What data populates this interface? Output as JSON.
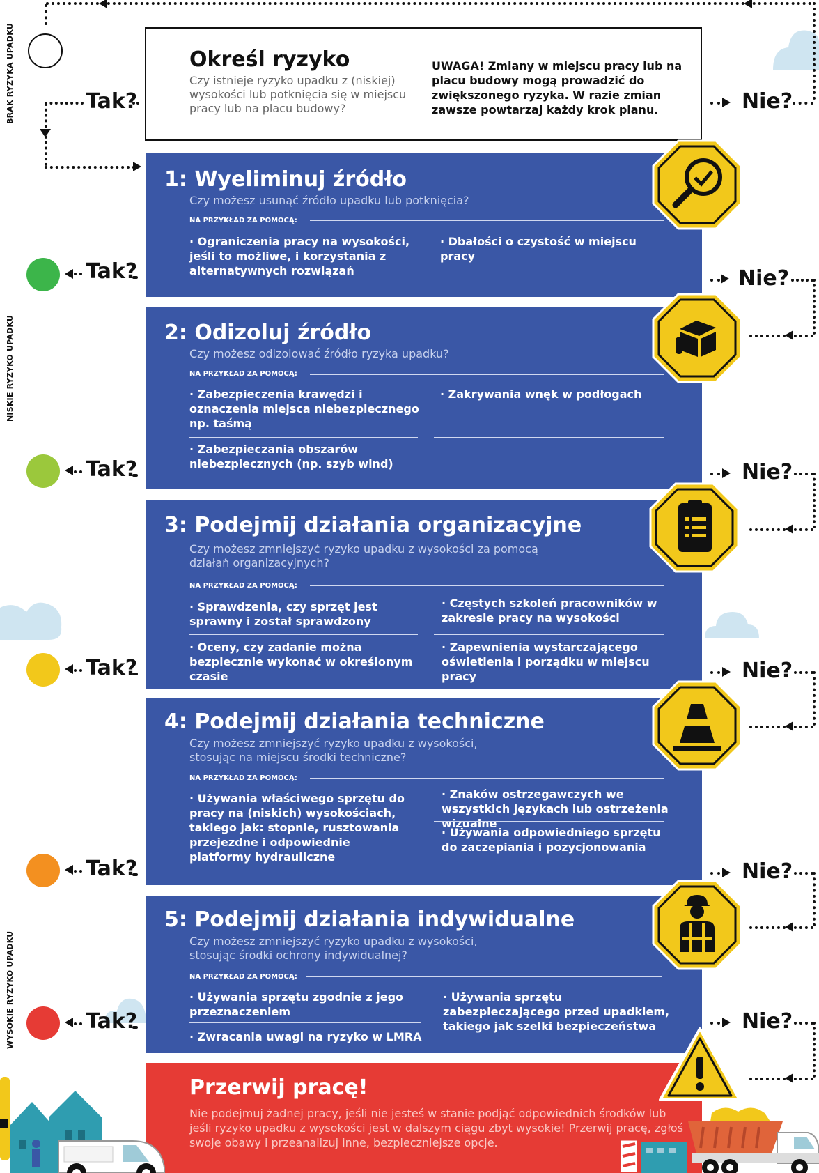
{
  "side_labels": {
    "none": "BRAK RYZYKA UPADKU",
    "low": "NISKIE RYZYKO UPADKU",
    "high": "WYSOKIE RYZYKO UPADKU"
  },
  "flow": {
    "yes": "Tak?",
    "no": "Nie?"
  },
  "intro": {
    "title": "Określ ryzyko",
    "question": "Czy istnieje ryzyko upadku z (niskiej) wysokości lub potknięcia się w miejscu pracy lub na placu budowy?",
    "warning": "UWAGA! Zmiany w miejscu pracy lub na placu budowy mogą prowadzić do zwiększonego ryzyka. W razie zmian zawsze powtarzaj każdy krok planu."
  },
  "example_label": "NA PRZYKŁAD ZA POMOCĄ:",
  "steps": [
    {
      "title": "1: Wyeliminuj źródło",
      "question": "Czy możesz usunąć źródło upadku lub potknięcia?",
      "items": [
        "· Ograniczenia pracy na wysokości, jeśli to możliwe, i korzystania z alternatywnych rozwiązań",
        "· Dbałości o czystość w miejscu pracy"
      ]
    },
    {
      "title": "2: Odizoluj źródło",
      "question": "Czy możesz odizolować źródło ryzyka upadku?",
      "items": [
        "· Zabezpieczenia krawędzi i oznaczenia miejsca niebezpiecznego np. taśmą",
        "· Zakrywania wnęk w podłogach",
        "· Zabezpieczania obszarów niebezpiecznych (np. szyb wind)"
      ]
    },
    {
      "title": "3: Podejmij działania organizacyjne",
      "question": "Czy możesz zmniejszyć ryzyko upadku z wysokości za pomocą działań organizacyjnych?",
      "items": [
        "· Sprawdzenia, czy sprzęt jest sprawny i został sprawdzony",
        "· Częstych szkoleń pracowników w zakresie pracy na wysokości",
        "· Oceny, czy zadanie można bezpiecznie wykonać w określonym czasie",
        "· Zapewnienia wystarczającego oświetlenia i porządku w miejscu pracy"
      ]
    },
    {
      "title": "4: Podejmij działania techniczne",
      "question": "Czy możesz zmniejszyć ryzyko upadku z wysokości, stosując na miejscu środki techniczne?",
      "items": [
        "· Używania właściwego sprzętu do pracy na (niskich) wysokościach, takiego jak: stopnie, rusztowania przejezdne i odpowiednie platformy hydrauliczne",
        "· Znaków ostrzegawczych we wszystkich językach lub ostrzeżenia wizualne",
        "· Używania odpowiedniego sprzętu do zaczepiania i pozycjonowania"
      ]
    },
    {
      "title": "5: Podejmij działania indywidualne",
      "question": "Czy możesz zmniejszyć ryzyko upadku z wysokości, stosując środki ochrony indywidualnej?",
      "items": [
        "· Używania sprzętu zgodnie z jego przeznaczeniem",
        "· Używania sprzętu zabezpieczającego przed upadkiem, takiego jak szelki bezpieczeństwa",
        "· Zwracania uwagi na ryzyko w LMRA"
      ]
    }
  ],
  "stop": {
    "title": "Przerwij pracę!",
    "text": "Nie podejmuj żadnej pracy, jeśli nie jesteś w stanie podjąć odpowiednich środków lub jeśli ryzyko upadku z wysokości jest w dalszym ciągu zbyt wysokie! Przerwij pracę, zgłoś swoje obawy i przeanalizuj inne, bezpieczniejsze opcje."
  },
  "colors": {
    "panel": "#3a57a6",
    "stop": "#e63b35",
    "badge": "#f2c81b",
    "green": "#3cb54a",
    "lime": "#9bc83c",
    "yellow": "#f2c81b",
    "orange": "#f39020",
    "red": "#e63b35",
    "cloud": "#cfe5f1"
  }
}
